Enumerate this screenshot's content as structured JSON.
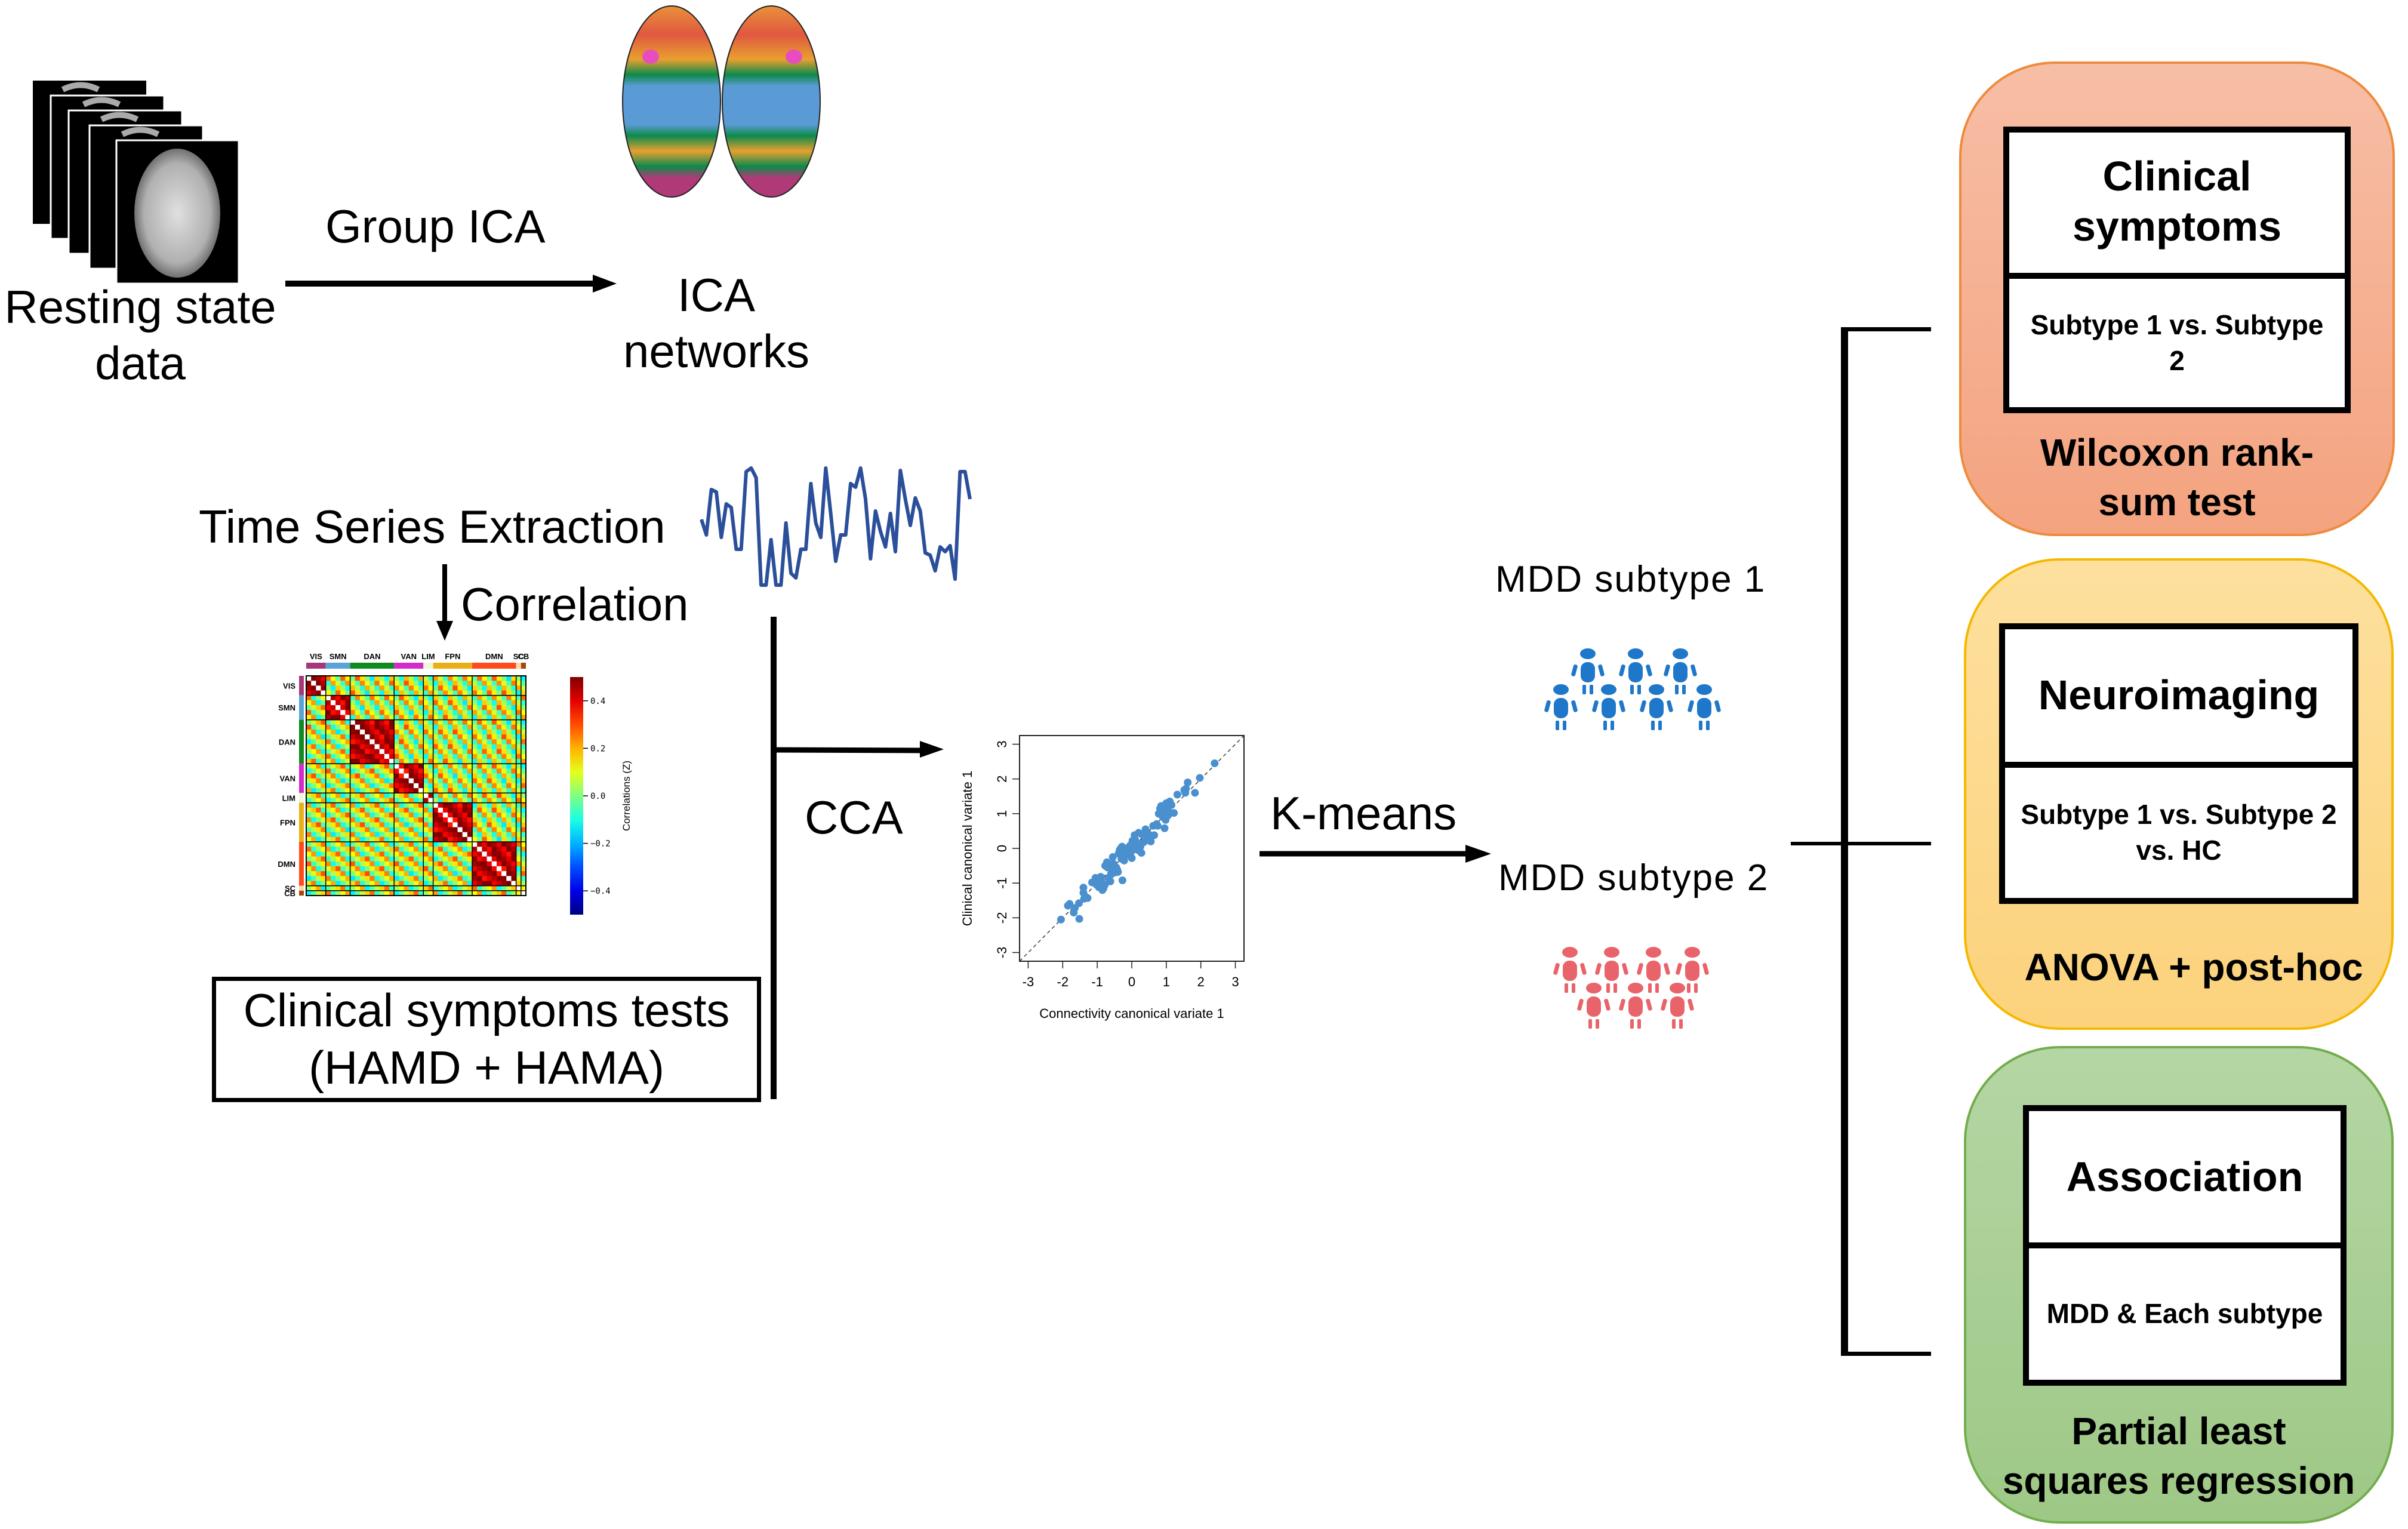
{
  "pipeline": {
    "resting_state": {
      "line1": "Resting state",
      "line2": "data"
    },
    "group_ica_label": "Group ICA",
    "ica_networks": {
      "line1": "ICA",
      "line2": "networks"
    },
    "time_series_label": "Time Series Extraction",
    "correlation_label": "Correlation",
    "clinical_tests": {
      "line1": "Clinical symptoms tests",
      "line2": "(HAMD + HAMA)"
    },
    "cca_label": "CCA",
    "kmeans_label": "K-means",
    "subtype1_label": "MDD subtype 1",
    "subtype2_label": "MDD subtype 2"
  },
  "colors": {
    "subtype1": "#1f77c9",
    "subtype2": "#e8646a",
    "timeseries": "#2b4f9a",
    "scatter_point": "#4a90cf",
    "panel_clinical": "#f5a98a",
    "panel_neuro": "#fdd68a",
    "panel_assoc": "#a9cf94"
  },
  "connectivity_matrix": {
    "networks": [
      "VIS",
      "SMN",
      "DAN",
      "VAN",
      "LIM",
      "FPN",
      "DMN",
      "SC",
      "CB"
    ],
    "network_colors": [
      "#a8377a",
      "#5aa3d6",
      "#0e8a1e",
      "#d22bc9",
      "#eef7d8",
      "#e8b016",
      "#ff4a1c",
      "#fcd9a9",
      "#a4490b"
    ],
    "network_sizes": [
      4,
      5,
      9,
      6,
      2,
      8,
      9,
      1,
      1
    ],
    "colorbar_label": "Correlations (Z)",
    "colorbar_ticks": [
      "0.4",
      "0.2",
      "0.0",
      "−0.2",
      "−0.4"
    ]
  },
  "chart_data": {
    "type": "scatter",
    "title": "",
    "xlabel": "Connectivity canonical variate 1",
    "ylabel": "Clinical canonical variate 1",
    "xlim": [
      -3.25,
      3.25
    ],
    "ylim": [
      -3.25,
      3.25
    ],
    "xticks": [
      "-3",
      "-2",
      "-1",
      "0",
      "1",
      "2",
      "3"
    ],
    "yticks": [
      "-3",
      "-2",
      "-1",
      "0",
      "1",
      "2",
      "3"
    ],
    "reference_line": "y = x (dashed)",
    "grid": false,
    "points": [
      [
        -2.05,
        -2.05
      ],
      [
        -1.85,
        -1.65
      ],
      [
        -1.8,
        -1.6
      ],
      [
        -1.65,
        -1.72
      ],
      [
        -1.68,
        -1.85
      ],
      [
        -1.52,
        -2.03
      ],
      [
        -1.53,
        -1.58
      ],
      [
        -1.4,
        -1.13
      ],
      [
        -1.4,
        -1.28
      ],
      [
        -1.38,
        -1.45
      ],
      [
        -1.33,
        -1.4
      ],
      [
        -1.28,
        -1.43
      ],
      [
        -1.15,
        -0.98
      ],
      [
        -1.05,
        -0.85
      ],
      [
        -1.02,
        -1.05
      ],
      [
        -0.95,
        -1.12
      ],
      [
        -0.9,
        -0.82
      ],
      [
        -0.88,
        -0.95
      ],
      [
        -0.85,
        -1.2
      ],
      [
        -0.82,
        -1.15
      ],
      [
        -0.78,
        -1.05
      ],
      [
        -0.77,
        -0.5
      ],
      [
        -0.72,
        -0.4
      ],
      [
        -0.7,
        -0.55
      ],
      [
        -0.68,
        -0.85
      ],
      [
        -0.65,
        -0.45
      ],
      [
        -0.62,
        -0.95
      ],
      [
        -0.6,
        -0.75
      ],
      [
        -0.58,
        -0.6
      ],
      [
        -0.55,
        -0.25
      ],
      [
        -0.52,
        -0.45
      ],
      [
        -0.5,
        -0.7
      ],
      [
        -0.45,
        -0.55
      ],
      [
        -0.42,
        -0.62
      ],
      [
        -0.4,
        -0.68
      ],
      [
        -0.38,
        -0.15
      ],
      [
        -0.35,
        -0.05
      ],
      [
        -0.32,
        0.0
      ],
      [
        -0.3,
        -0.3
      ],
      [
        -0.28,
        0.05
      ],
      [
        -0.27,
        -0.92
      ],
      [
        -0.25,
        -0.15
      ],
      [
        -0.22,
        -0.35
      ],
      [
        -0.2,
        0.0
      ],
      [
        -0.18,
        -0.2
      ],
      [
        -0.05,
        0.08
      ],
      [
        -0.02,
        -0.1
      ],
      [
        0.0,
        -0.28
      ],
      [
        0.02,
        0.22
      ],
      [
        0.05,
        0.1
      ],
      [
        0.08,
        0.38
      ],
      [
        0.1,
        0.25
      ],
      [
        0.12,
        0.0
      ],
      [
        0.15,
        0.15
      ],
      [
        0.18,
        -0.05
      ],
      [
        0.2,
        0.45
      ],
      [
        0.22,
        0.12
      ],
      [
        0.25,
        0.05
      ],
      [
        0.28,
        -0.13
      ],
      [
        0.3,
        0.4
      ],
      [
        0.35,
        0.18
      ],
      [
        0.4,
        0.55
      ],
      [
        0.45,
        0.35
      ],
      [
        0.5,
        0.4
      ],
      [
        0.55,
        0.2
      ],
      [
        0.58,
        0.35
      ],
      [
        0.62,
        0.65
      ],
      [
        0.65,
        0.38
      ],
      [
        0.72,
        0.7
      ],
      [
        0.75,
        0.65
      ],
      [
        0.78,
        1.0
      ],
      [
        0.82,
        1.15
      ],
      [
        0.85,
        1.22
      ],
      [
        0.88,
        1.05
      ],
      [
        0.9,
        0.9
      ],
      [
        0.92,
        1.0
      ],
      [
        0.95,
        0.58
      ],
      [
        0.98,
        0.82
      ],
      [
        1.0,
        1.3
      ],
      [
        1.02,
        1.1
      ],
      [
        1.05,
        0.95
      ],
      [
        1.08,
        1.05
      ],
      [
        1.1,
        1.35
      ],
      [
        1.15,
        1.25
      ],
      [
        1.22,
        1.02
      ],
      [
        1.32,
        1.55
      ],
      [
        1.52,
        1.68
      ],
      [
        1.55,
        1.6
      ],
      [
        1.57,
        1.72
      ],
      [
        1.62,
        1.9
      ],
      [
        1.83,
        1.6
      ],
      [
        1.97,
        2.03
      ],
      [
        2.4,
        2.45
      ]
    ]
  },
  "timeseries_chart": {
    "type": "line",
    "values": [
      0.55,
      0.42,
      0.8,
      0.78,
      0.4,
      0.68,
      0.65,
      0.3,
      0.3,
      0.95,
      0.98,
      0.9,
      0.0,
      0.0,
      0.38,
      0.0,
      0.0,
      0.52,
      0.1,
      0.06,
      0.3,
      0.3,
      0.85,
      0.52,
      0.4,
      0.98,
      0.6,
      0.2,
      0.42,
      0.42,
      0.85,
      0.82,
      0.98,
      0.72,
      0.22,
      0.62,
      0.45,
      0.32,
      0.6,
      0.28,
      0.96,
      0.72,
      0.5,
      0.73,
      0.62,
      0.27,
      0.25,
      0.12,
      0.32,
      0.28,
      0.33,
      0.05,
      0.95,
      0.95,
      0.72
    ]
  },
  "analysis_panels": [
    {
      "title": "Clinical symptoms",
      "comparison": "Subtype 1 vs. Subtype 2",
      "method": "Wilcoxon rank-sum test"
    },
    {
      "title": "Neuroimaging",
      "comparison": "Subtype 1 vs. Subtype 2 vs. HC",
      "method": "ANOVA + post-hoc"
    },
    {
      "title": "Association",
      "comparison": "MDD  & Each subtype",
      "method": "Partial least squares regression"
    }
  ]
}
